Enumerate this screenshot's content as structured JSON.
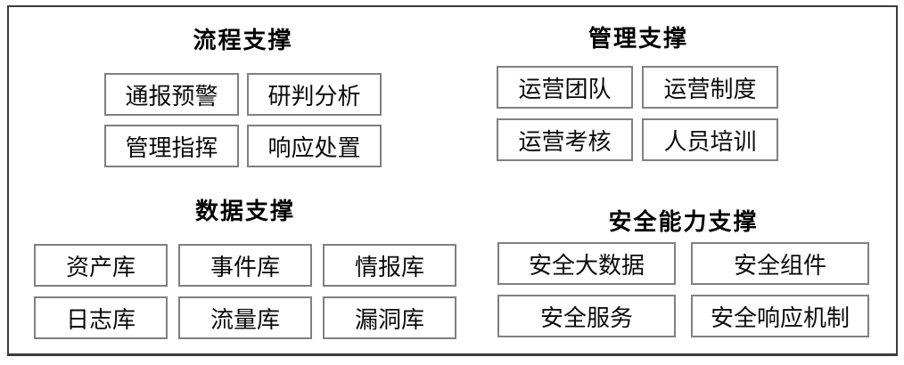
{
  "page": {
    "background": "#ffffff",
    "outer_border_color": "#3c3c3c",
    "box_border_color": "#808080",
    "text_color": "#000000"
  },
  "sections": [
    {
      "id": "process-support",
      "title": "流程支撑",
      "columns": 2,
      "items": [
        "通报预警",
        "研判分析",
        "管理指挥",
        "响应处置"
      ]
    },
    {
      "id": "management-support",
      "title": "管理支撑",
      "columns": 2,
      "items": [
        "运营团队",
        "运营制度",
        "运营考核",
        "人员培训"
      ]
    },
    {
      "id": "data-support",
      "title": "数据支撑",
      "columns": 3,
      "items": [
        "资产库",
        "事件库",
        "情报库",
        "日志库",
        "流量库",
        "漏洞库"
      ]
    },
    {
      "id": "security-capability-support",
      "title": "安全能力支撑",
      "columns": 2,
      "items": [
        "安全大数据",
        "安全组件",
        "安全服务",
        "安全响应机制"
      ]
    }
  ]
}
